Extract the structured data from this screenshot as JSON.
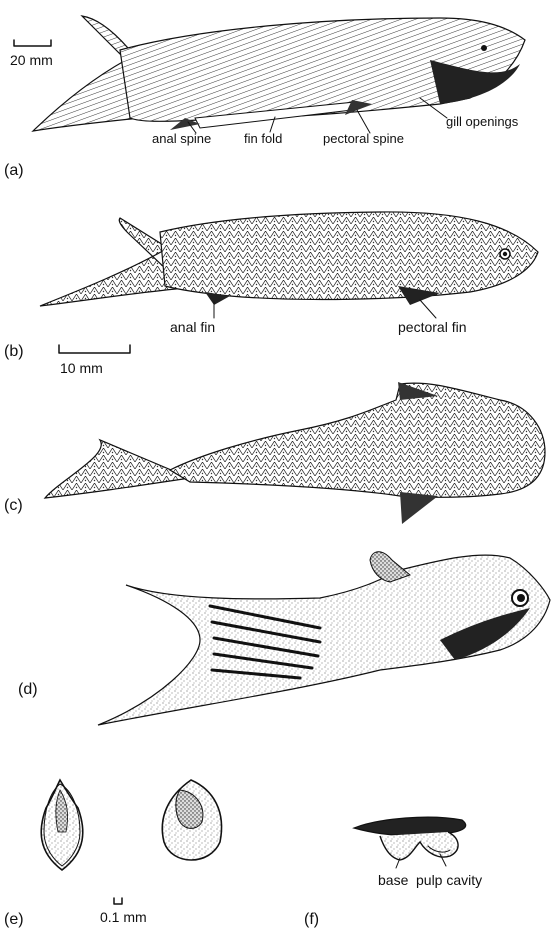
{
  "panels": {
    "a": {
      "tag": "(a)",
      "scale": "20 mm",
      "labels": {
        "anal_spine": "anal spine",
        "fin_fold": "fin fold",
        "pectoral_spine": "pectoral spine",
        "gill_openings": "gill openings"
      }
    },
    "b": {
      "tag": "(b)",
      "scale": "10 mm",
      "labels": {
        "anal_fin": "anal fin",
        "pectoral_fin": "pectoral fin"
      }
    },
    "c": {
      "tag": "(c)"
    },
    "d": {
      "tag": "(d)"
    },
    "e": {
      "tag": "(e)",
      "scale": "0.1 mm"
    },
    "f": {
      "tag": "(f)",
      "labels": {
        "base": "base",
        "pulp_cavity": "pulp cavity"
      }
    }
  }
}
